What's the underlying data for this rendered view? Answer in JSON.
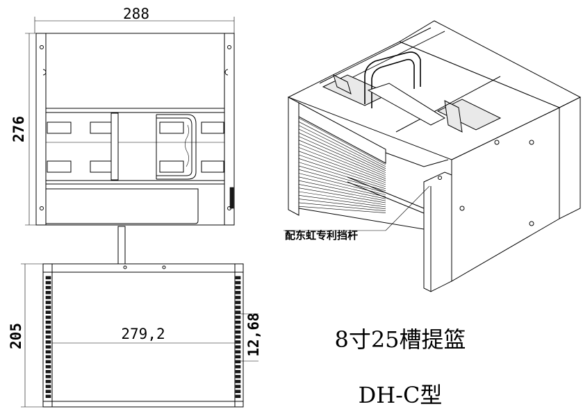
{
  "dimensions": {
    "top_width": "288",
    "top_height": "276",
    "front_height": "205",
    "front_inner_width": "279,2",
    "slot_pitch": "12,68"
  },
  "callout_label": "配东虹专利挡杆",
  "title_main": "8寸25槽提篮",
  "title_model": "DH-C型"
}
